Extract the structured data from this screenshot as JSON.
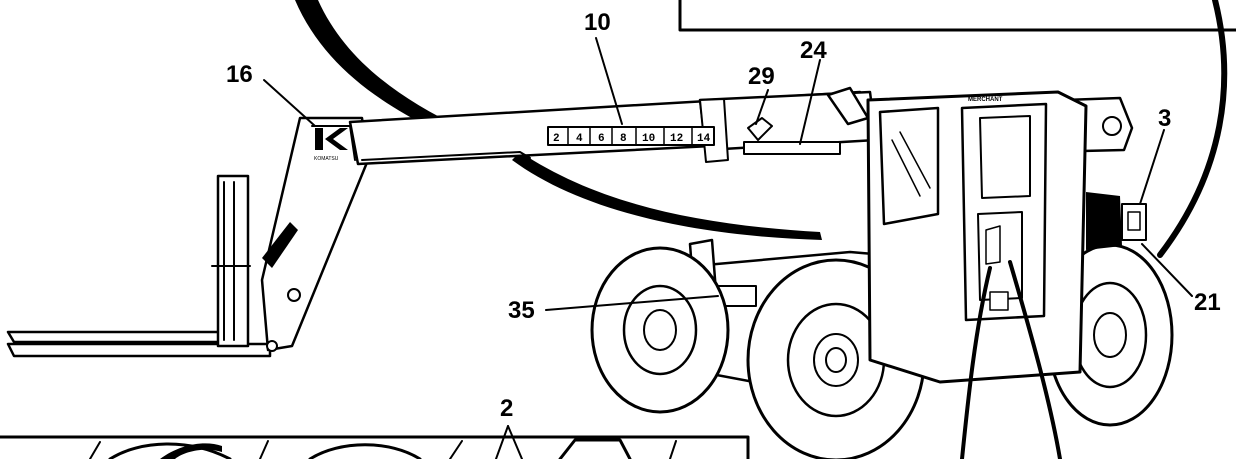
{
  "callouts": {
    "c16": "16",
    "c10": "10",
    "c29": "29",
    "c24": "24",
    "c3": "3",
    "c35": "35",
    "c21": "21",
    "c2": "2"
  },
  "boom_scale": {
    "m2": "2",
    "m4": "4",
    "m6": "6",
    "m8": "8",
    "m10": "10",
    "m12": "12",
    "m14": "14"
  },
  "logos": {
    "carriage_logo_text": "KOMATSU",
    "cab_logo_text": "MERCHANT"
  },
  "colors": {
    "ink": "#000000",
    "paper": "#ffffff"
  }
}
